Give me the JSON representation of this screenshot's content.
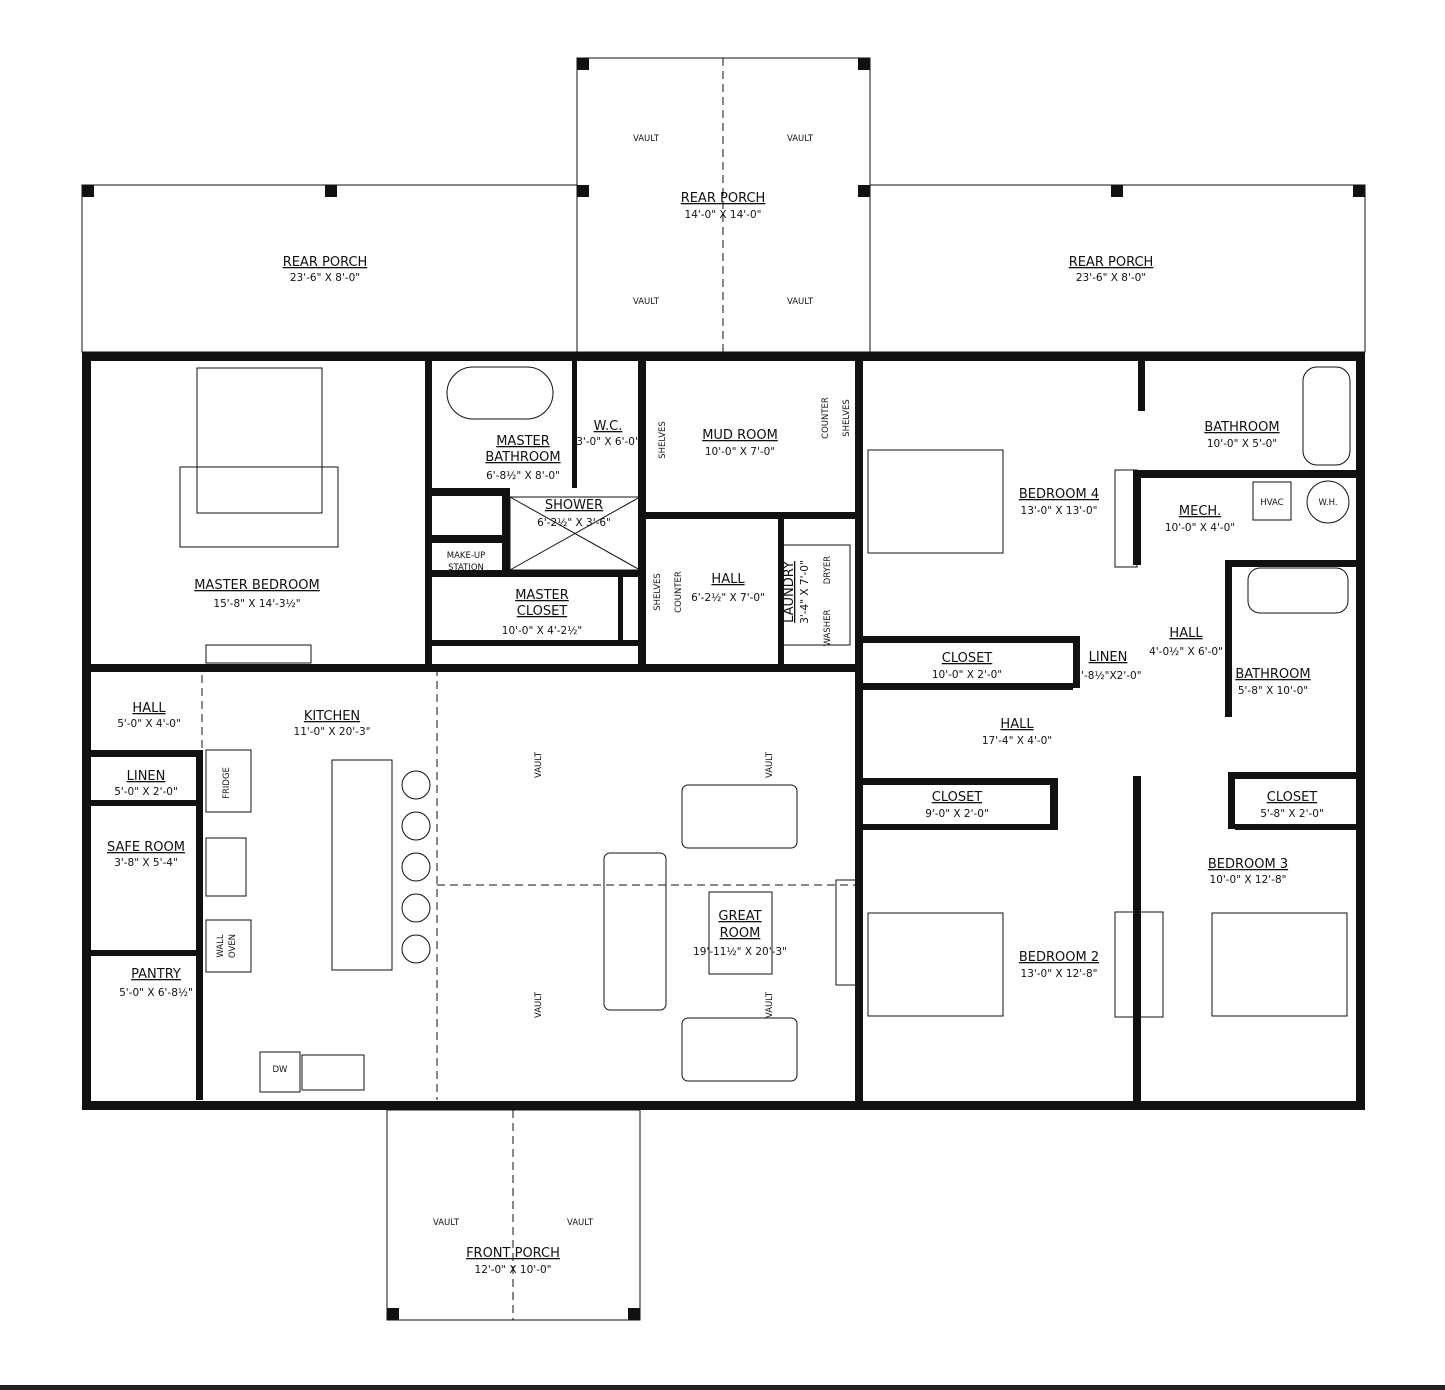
{
  "rooms": {
    "rear_porch_left": {
      "name": "REAR PORCH",
      "dim": "23'-6\" X 8'-0\""
    },
    "rear_porch_center": {
      "name": "REAR PORCH",
      "dim": "14'-0\" X 14'-0\""
    },
    "rear_porch_right": {
      "name": "REAR PORCH",
      "dim": "23'-6\" X 8'-0\""
    },
    "master_bedroom": {
      "name": "MASTER BEDROOM",
      "dim": "15'-8\" X 14'-3½\""
    },
    "master_bathroom": {
      "name1": "MASTER",
      "name2": "BATHROOM",
      "dim": "6'-8½\" X 8'-0\""
    },
    "wc": {
      "name": "W.C.",
      "dim": "3'-0\" X 6'-0\""
    },
    "mud_room": {
      "name": "MUD ROOM",
      "dim": "10'-0\" X 7'-0\""
    },
    "shower": {
      "name": "SHOWER",
      "dim": "6'-2½\" X 3'-6\""
    },
    "makeup": {
      "line1": "MAKE-UP",
      "line2": "STATION"
    },
    "master_closet": {
      "name1": "MASTER",
      "name2": "CLOSET",
      "dim": "10'-0\" X 4'-2½\""
    },
    "hall_center": {
      "name": "HALL",
      "dim": "6'-2½\" X 7'-0\""
    },
    "laundry": {
      "name": "LAUNDRY",
      "dim": "3'-4\" X 7'-0\""
    },
    "bedroom4": {
      "name": "BEDROOM 4",
      "dim": "13'-0\" X 13'-0\""
    },
    "bathroom_top": {
      "name": "BATHROOM",
      "dim": "10'-0\" X 5'-0\""
    },
    "mech": {
      "name": "MECH.",
      "dim": "10'-0\" X 4'-0\""
    },
    "hall_right": {
      "name": "HALL",
      "dim": "4'-0½\" X 6'-0\""
    },
    "linen_right": {
      "name": "LINEN",
      "dim": "2'-8½\"X2'-0\""
    },
    "closet_b4": {
      "name": "CLOSET",
      "dim": "10'-0\" X 2'-0\""
    },
    "bathroom_side": {
      "name": "BATHROOM",
      "dim": "5'-8\" X 10'-0\""
    },
    "hall_long": {
      "name": "HALL",
      "dim": "17'-4\" X 4'-0\""
    },
    "hall_left": {
      "name": "HALL",
      "dim": "5'-0\" X 4'-0\""
    },
    "linen_left": {
      "name": "LINEN",
      "dim": "5'-0\" X 2'-0\""
    },
    "kitchen": {
      "name": "KITCHEN",
      "dim": "11'-0\" X 20'-3\""
    },
    "safe_room": {
      "name": "SAFE ROOM",
      "dim": "3'-8\" X 5'-4\""
    },
    "pantry": {
      "name": "PANTRY",
      "dim": "5'-0\" X 6'-8½\""
    },
    "closet_b2": {
      "name": "CLOSET",
      "dim": "9'-0\" X 2'-0\""
    },
    "closet_b3": {
      "name": "CLOSET",
      "dim": "5'-8\" X 2'-0\""
    },
    "bedroom3": {
      "name": "BEDROOM 3",
      "dim": "10'-0\" X 12'-8\""
    },
    "great_room": {
      "name1": "GREAT",
      "name2": "ROOM",
      "dim": "19'-11½\" X 20'-3\""
    },
    "bedroom2": {
      "name": "BEDROOM 2",
      "dim": "13'-0\" X 12'-8\""
    },
    "front_porch": {
      "name": "FRONT PORCH",
      "dim": "12'-0\" X 10'-0\""
    }
  },
  "fixtures": {
    "vault": "VAULT",
    "shelves": "SHELVES",
    "counter": "COUNTER",
    "fridge": "FRIDGE",
    "wall": "WALL",
    "oven": "OVEN",
    "dw": "DW",
    "dryer": "DRYER",
    "washer": "WASHER",
    "hvac": "HVAC",
    "wh": "W.H."
  },
  "colors": {
    "ink": "#111111",
    "paper": "#ffffff"
  }
}
